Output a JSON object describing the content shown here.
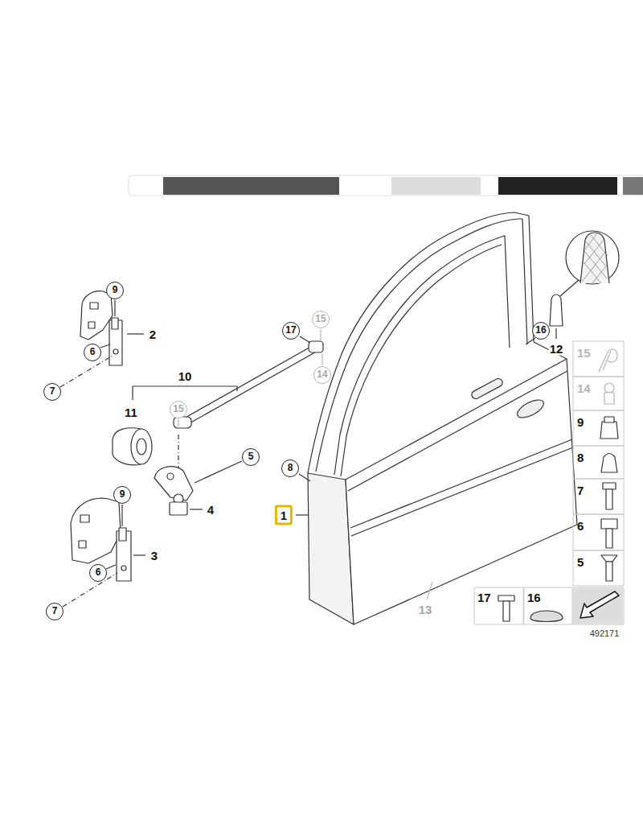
{
  "diagram": {
    "labels": [
      "9",
      "2",
      "6",
      "7",
      "10",
      "11",
      "17",
      "15",
      "14",
      "15",
      "16",
      "12",
      "8",
      "5",
      "9",
      "1",
      "4",
      "3",
      "6",
      "7",
      "13",
      "15",
      "14",
      "9",
      "8",
      "7",
      "6",
      "5",
      "17",
      "16",
      "492171"
    ]
  }
}
